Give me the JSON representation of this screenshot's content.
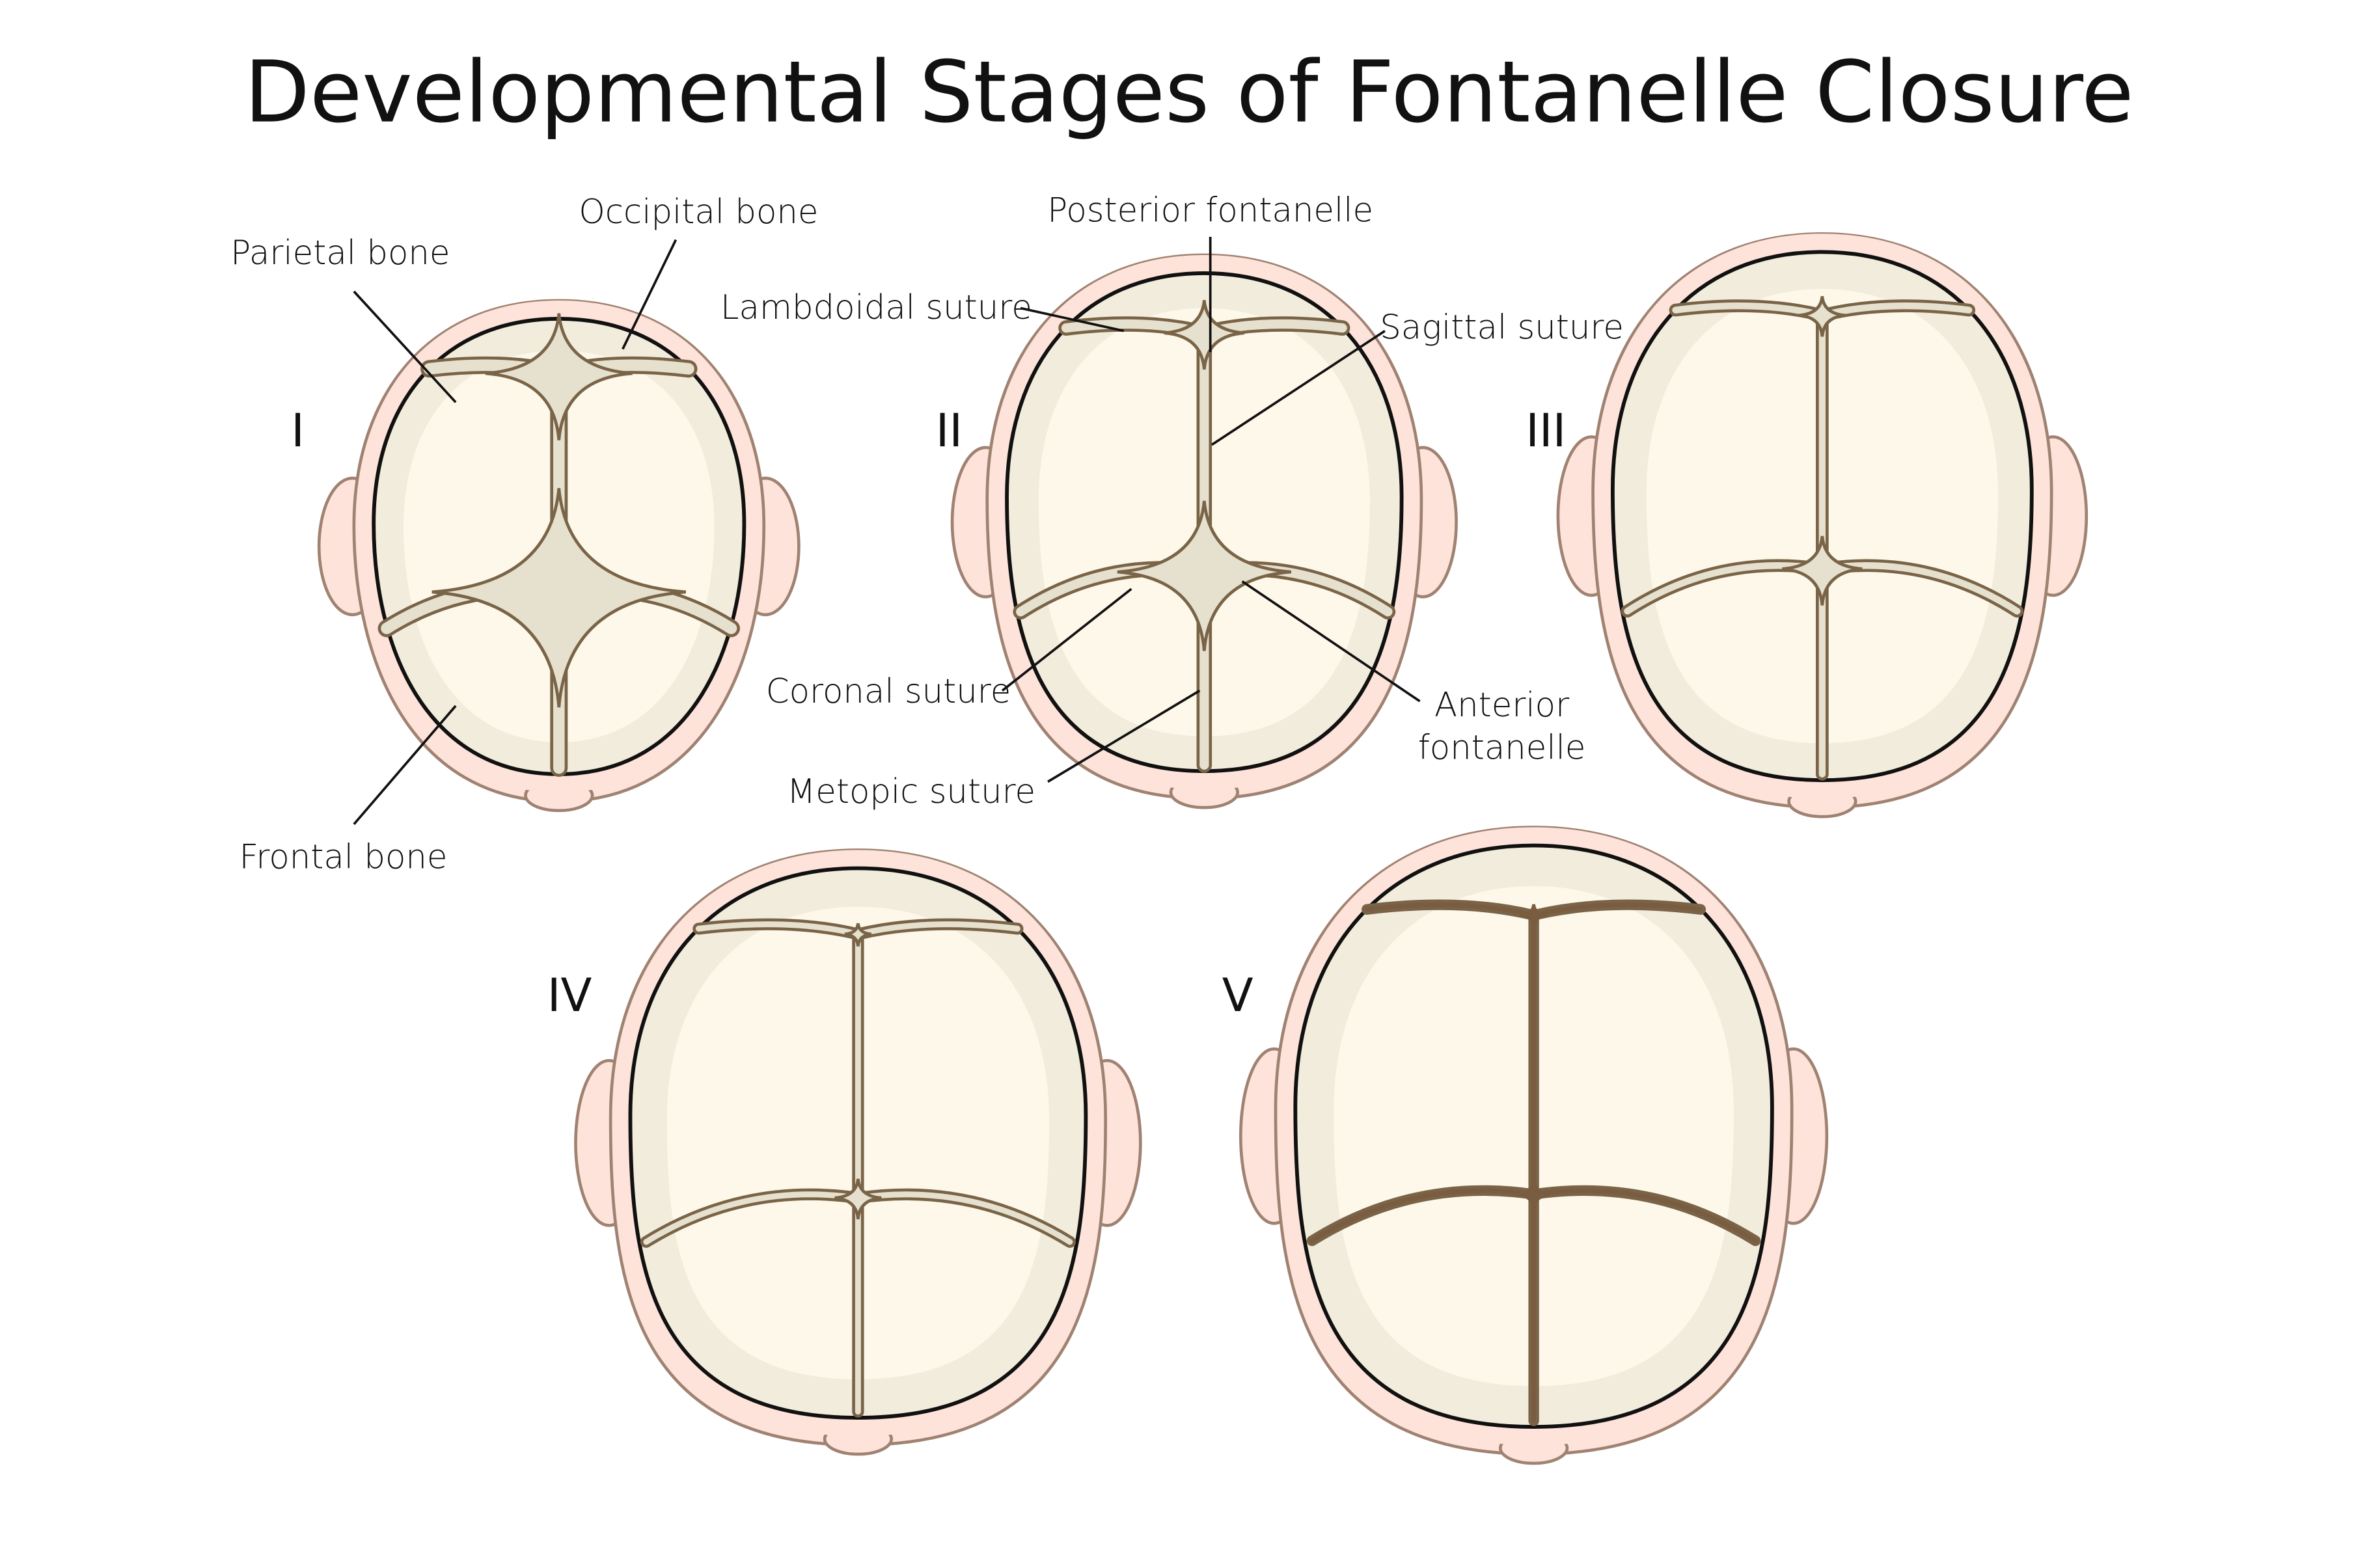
{
  "title": "Developmental Stages of Fontanelle Closure",
  "colors": {
    "skin": "#fde3d9",
    "skin_outline": "#a08272",
    "bone_edge": "#f2ecdc",
    "bone_center": "#fdf8e9",
    "skull_outline": "#111111",
    "suture_stroke": "#7a6448",
    "fontanelle_fill": "#e6e0cf",
    "closed_suture_fill": "#7a5c40"
  },
  "stages": [
    {
      "numeral": "I"
    },
    {
      "numeral": "II"
    },
    {
      "numeral": "III"
    },
    {
      "numeral": "IV"
    },
    {
      "numeral": "V"
    }
  ],
  "labels": {
    "occipital_bone": "Occipital bone",
    "parietal_bone": "Parietal bone",
    "frontal_bone": "Frontal bone",
    "posterior_fontanelle": "Posterior fontanelle",
    "lambdoidal_suture": "Lambdoidal suture",
    "sagittal_suture": "Sagittal suture",
    "coronal_suture": "Coronal suture",
    "anterior_fontanelle_line1": "Anterior",
    "anterior_fontanelle_line2": "fontanelle",
    "metopic_suture": "Metopic suture"
  }
}
